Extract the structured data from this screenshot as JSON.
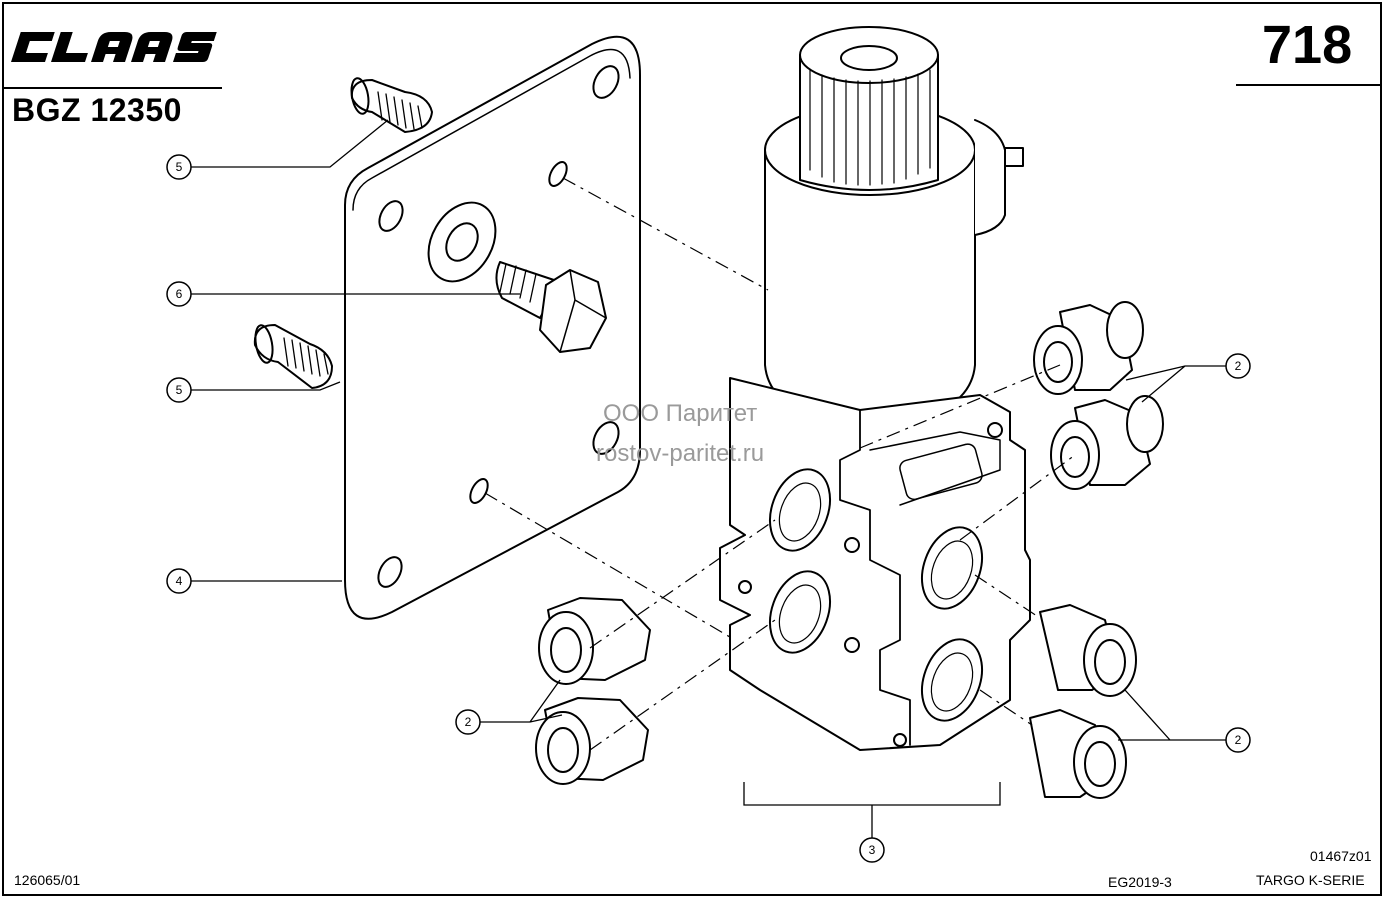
{
  "header": {
    "brand": "CLAAS",
    "part_number": "BGZ 12350",
    "page_number": "718"
  },
  "footer": {
    "left_code": "126065/01",
    "middle_code": "EG2019-3",
    "series": "TARGO K-SERIE",
    "drawing_id": "01467z01"
  },
  "watermark": {
    "line1": "ООО Паритет",
    "line2": "rostov-paritet.ru"
  },
  "callouts": [
    {
      "id": "callout-5-top",
      "label": "5"
    },
    {
      "id": "callout-6",
      "label": "6"
    },
    {
      "id": "callout-5-bottom",
      "label": "5"
    },
    {
      "id": "callout-4",
      "label": "4"
    },
    {
      "id": "callout-2-right-top",
      "label": "2"
    },
    {
      "id": "callout-2-left",
      "label": "2"
    },
    {
      "id": "callout-2-right-bottom",
      "label": "2"
    },
    {
      "id": "callout-3",
      "label": "3"
    }
  ]
}
